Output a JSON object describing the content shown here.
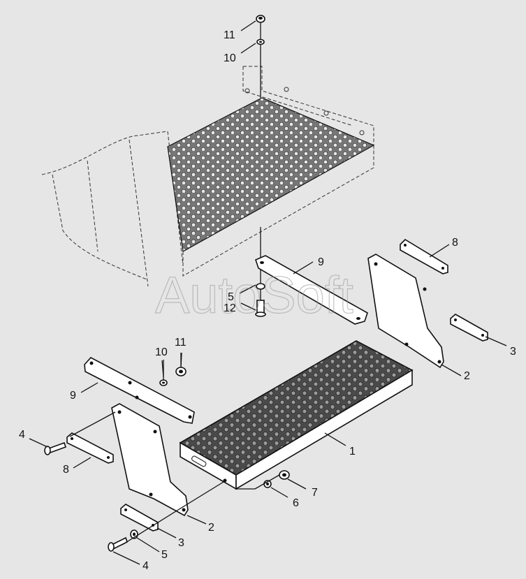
{
  "watermark": "AutoSoft",
  "callouts": {
    "c11_top": "11",
    "c10_top": "10",
    "c8_top": "8",
    "c9_top": "9",
    "c5_top": "5",
    "c12": "12",
    "c3_right": "3",
    "c2_right": "2",
    "c1": "1",
    "c10_mid": "10",
    "c11_mid": "11",
    "c9_left": "9",
    "c4_left": "4",
    "c8_left": "8",
    "c7": "7",
    "c6": "6",
    "c2_bottom": "2",
    "c3_bottom": "3",
    "c5_bottom": "5",
    "c4_bottom": "4"
  },
  "colors": {
    "background": "#e6e6e6",
    "line": "#111111",
    "part_fill": "#ffffff",
    "tread_fill": "#555555",
    "watermark": "#9a9a9a"
  }
}
